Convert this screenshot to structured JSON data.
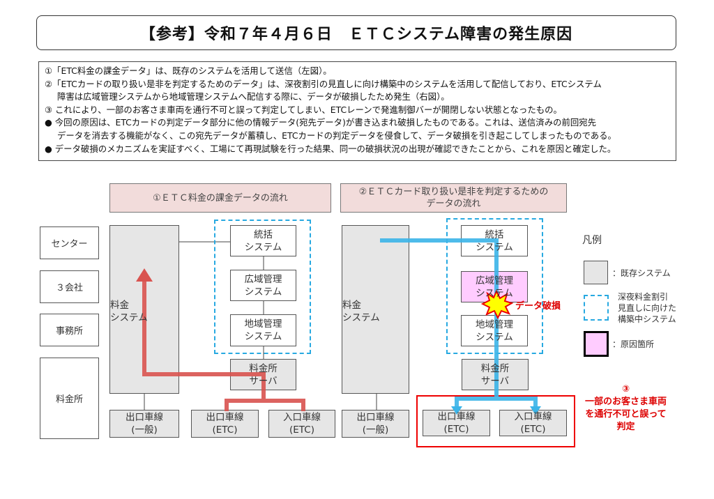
{
  "title": "【参考】令和７年４月６日　ＥＴＣシステム障害の発生原因",
  "notes": [
    "①「ETC料金の課金データ」は、既存のシステムを活用して送信（左図）。",
    "②「ETCカードの取り扱い是非を判定するためのデータ」は、深夜割引の見直しに向け構築中のシステムを活用して配信しており、ETCシステム",
    "障害は広域管理システムから地域管理システムへ配信する際に、データが破損したため発生（右図）。",
    "③ これにより、一部のお客さま車両を通行不可と誤って判定してしまい、ETCレーンで発進制御バーが開閉しない状態となったもの。",
    "● 今回の原因は、ETCカードの判定データ部分に他の情報データ(宛先データ)が書き込まれ破損したものである。これは、送信済みの前回宛先",
    "データを消去する機能がなく、この宛先データが蓄積し、ETCカードの判定データを侵食して、データ破損を引き起こしてしまったものである。",
    "● データ破損のメカニズムを実証すべく、工場にて再現試験を行った結果、同一の破損状況の出現が確認できたことから、これを原因と確定した。"
  ],
  "left_header": "①ＥＴＣ料金の課金データの流れ",
  "right_header_1": "②ＥＴＣカード取り扱い是非を判定するための",
  "right_header_2": "データの流れ",
  "rows": {
    "center": "センター",
    "company": "３会社",
    "office": "事務所",
    "tollgate": "料金所"
  },
  "sys": {
    "ryokin_1": "料金",
    "ryokin_2": "システム",
    "tokatsu_1": "統括",
    "tokatsu_2": "システム",
    "koiki_1": "広域管理",
    "koiki_2": "システム",
    "chiiki_1": "地域管理",
    "chiiki_2": "システム",
    "server_1": "料金所",
    "server_2": "サーバ"
  },
  "lanes": {
    "exit_general_1": "出口車線",
    "exit_general_2": "(一般)",
    "exit_etc_1": "出口車線",
    "exit_etc_2": "(ETC)",
    "entry_etc_1": "入口車線",
    "entry_etc_2": "(ETC)"
  },
  "damage_label": "データ破損",
  "legend": {
    "title": "凡例",
    "existing": "：既存システム",
    "new_1": "深夜料金割引",
    "new_2": "見直しに向けた",
    "new_3": "構築中システム",
    "cause": "：原因箇所"
  },
  "impact": {
    "num": "③",
    "line1": "一部のお客さま車両",
    "line2": "を通行不可と誤って",
    "line3": "判定"
  },
  "colors": {
    "red_flow": "#d9534f",
    "blue_flow": "#3bb4e8",
    "pink": "#ffccff",
    "header_bg": "#f2dcdb"
  }
}
